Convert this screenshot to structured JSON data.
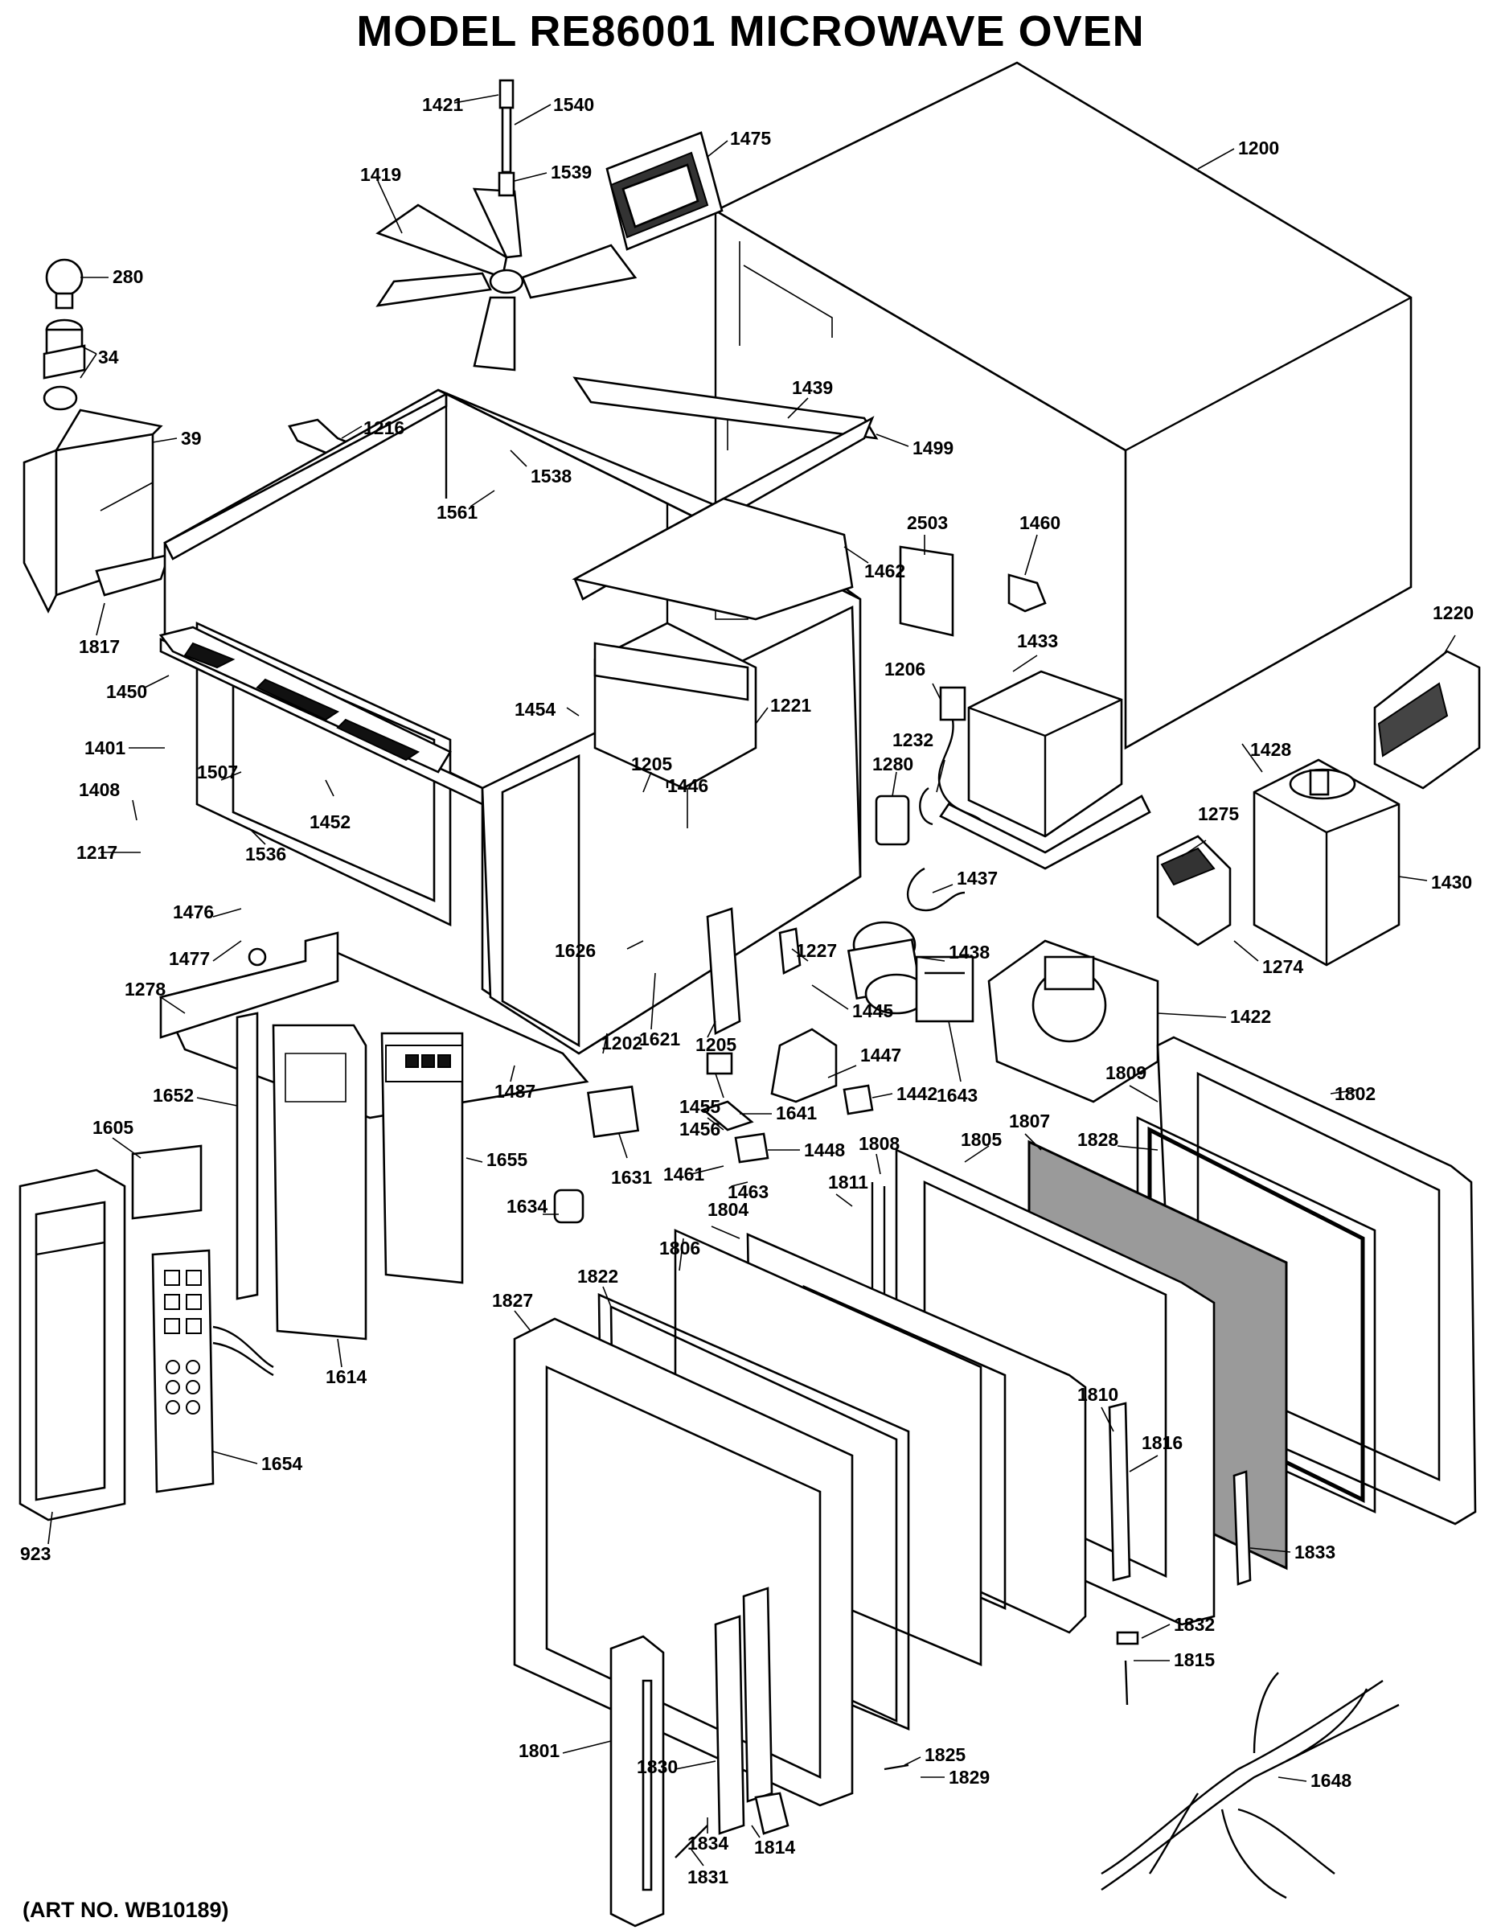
{
  "title": "MODEL RE86001 MICROWAVE OVEN",
  "art_number": "(ART NO. WB10189)",
  "parts": [
    {
      "id": "1421"
    },
    {
      "id": "1540"
    },
    {
      "id": "1475"
    },
    {
      "id": "1200"
    },
    {
      "id": "1419"
    },
    {
      "id": "1539"
    },
    {
      "id": "280"
    },
    {
      "id": "34"
    },
    {
      "id": "39"
    },
    {
      "id": "1216"
    },
    {
      "id": "1439"
    },
    {
      "id": "1499"
    },
    {
      "id": "1538"
    },
    {
      "id": "1561"
    },
    {
      "id": "1817"
    },
    {
      "id": "1462"
    },
    {
      "id": "2503"
    },
    {
      "id": "1460"
    },
    {
      "id": "1450"
    },
    {
      "id": "1433"
    },
    {
      "id": "1220"
    },
    {
      "id": "1206"
    },
    {
      "id": "1454"
    },
    {
      "id": "1221"
    },
    {
      "id": "1401"
    },
    {
      "id": "1232"
    },
    {
      "id": "1428"
    },
    {
      "id": "1205"
    },
    {
      "id": "1507"
    },
    {
      "id": "1446"
    },
    {
      "id": "1280"
    },
    {
      "id": "1408"
    },
    {
      "id": "1275"
    },
    {
      "id": "1452"
    },
    {
      "id": "1217"
    },
    {
      "id": "1536"
    },
    {
      "id": "1437"
    },
    {
      "id": "1430"
    },
    {
      "id": "1476"
    },
    {
      "id": "1626"
    },
    {
      "id": "1438"
    },
    {
      "id": "1477"
    },
    {
      "id": "1227"
    },
    {
      "id": "1274"
    },
    {
      "id": "1278"
    },
    {
      "id": "1445"
    },
    {
      "id": "1422"
    },
    {
      "id": "1621"
    },
    {
      "id": "1205"
    },
    {
      "id": "1202"
    },
    {
      "id": "1447"
    },
    {
      "id": "1652"
    },
    {
      "id": "1487"
    },
    {
      "id": "1643"
    },
    {
      "id": "1809"
    },
    {
      "id": "1802"
    },
    {
      "id": "1455"
    },
    {
      "id": "1442"
    },
    {
      "id": "1641"
    },
    {
      "id": "1605"
    },
    {
      "id": "1456"
    },
    {
      "id": "1807"
    },
    {
      "id": "1448"
    },
    {
      "id": "1808"
    },
    {
      "id": "1805"
    },
    {
      "id": "1828"
    },
    {
      "id": "1655"
    },
    {
      "id": "1631"
    },
    {
      "id": "1461"
    },
    {
      "id": "1463"
    },
    {
      "id": "1811"
    },
    {
      "id": "1634"
    },
    {
      "id": "1804"
    },
    {
      "id": "1822"
    },
    {
      "id": "1806"
    },
    {
      "id": "1827"
    },
    {
      "id": "1614"
    },
    {
      "id": "1810"
    },
    {
      "id": "1816"
    },
    {
      "id": "1654"
    },
    {
      "id": "923"
    },
    {
      "id": "1833"
    },
    {
      "id": "1832"
    },
    {
      "id": "1815"
    },
    {
      "id": "1801"
    },
    {
      "id": "1825"
    },
    {
      "id": "1830"
    },
    {
      "id": "1829"
    },
    {
      "id": "1648"
    },
    {
      "id": "1834"
    },
    {
      "id": "1814"
    },
    {
      "id": "1831"
    }
  ]
}
